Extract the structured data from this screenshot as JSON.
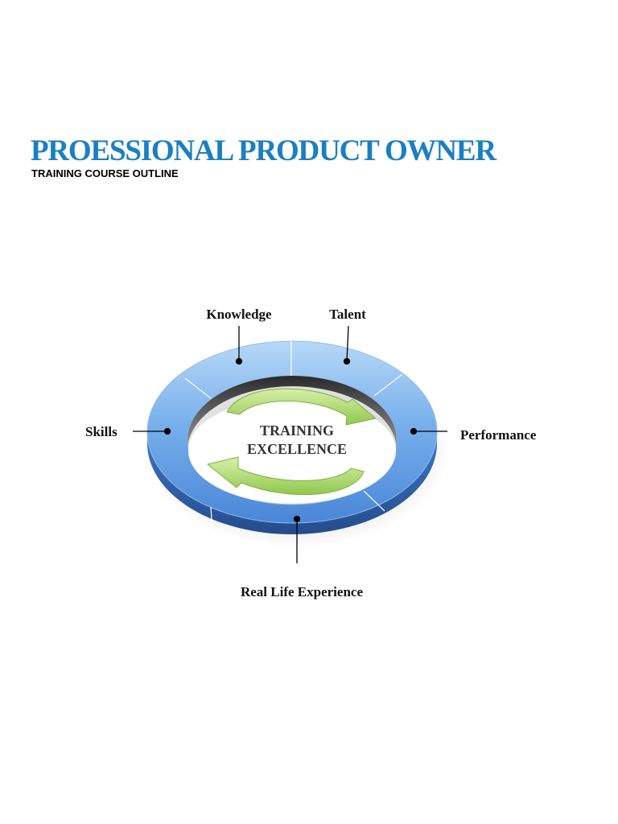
{
  "header": {
    "title": "PROESSIONAL PRODUCT OWNER",
    "subtitle": "TRAINING COURSE OUTLINE"
  },
  "diagram": {
    "center_lines": [
      "TRAINING",
      "EXCELLENCE"
    ],
    "labels": {
      "knowledge": "Knowledge",
      "talent": "Talent",
      "skills": "Skills",
      "performance": "Performance",
      "real_life_experience": "Real Life Experience"
    },
    "colors": {
      "ring_light": "#a9cff4",
      "ring_mid": "#6ca6e6",
      "ring_dark": "#3f78c9",
      "ring_side": "#2f5fa8",
      "arrow": "#a8d86a",
      "title": "#1a7fc4"
    }
  }
}
